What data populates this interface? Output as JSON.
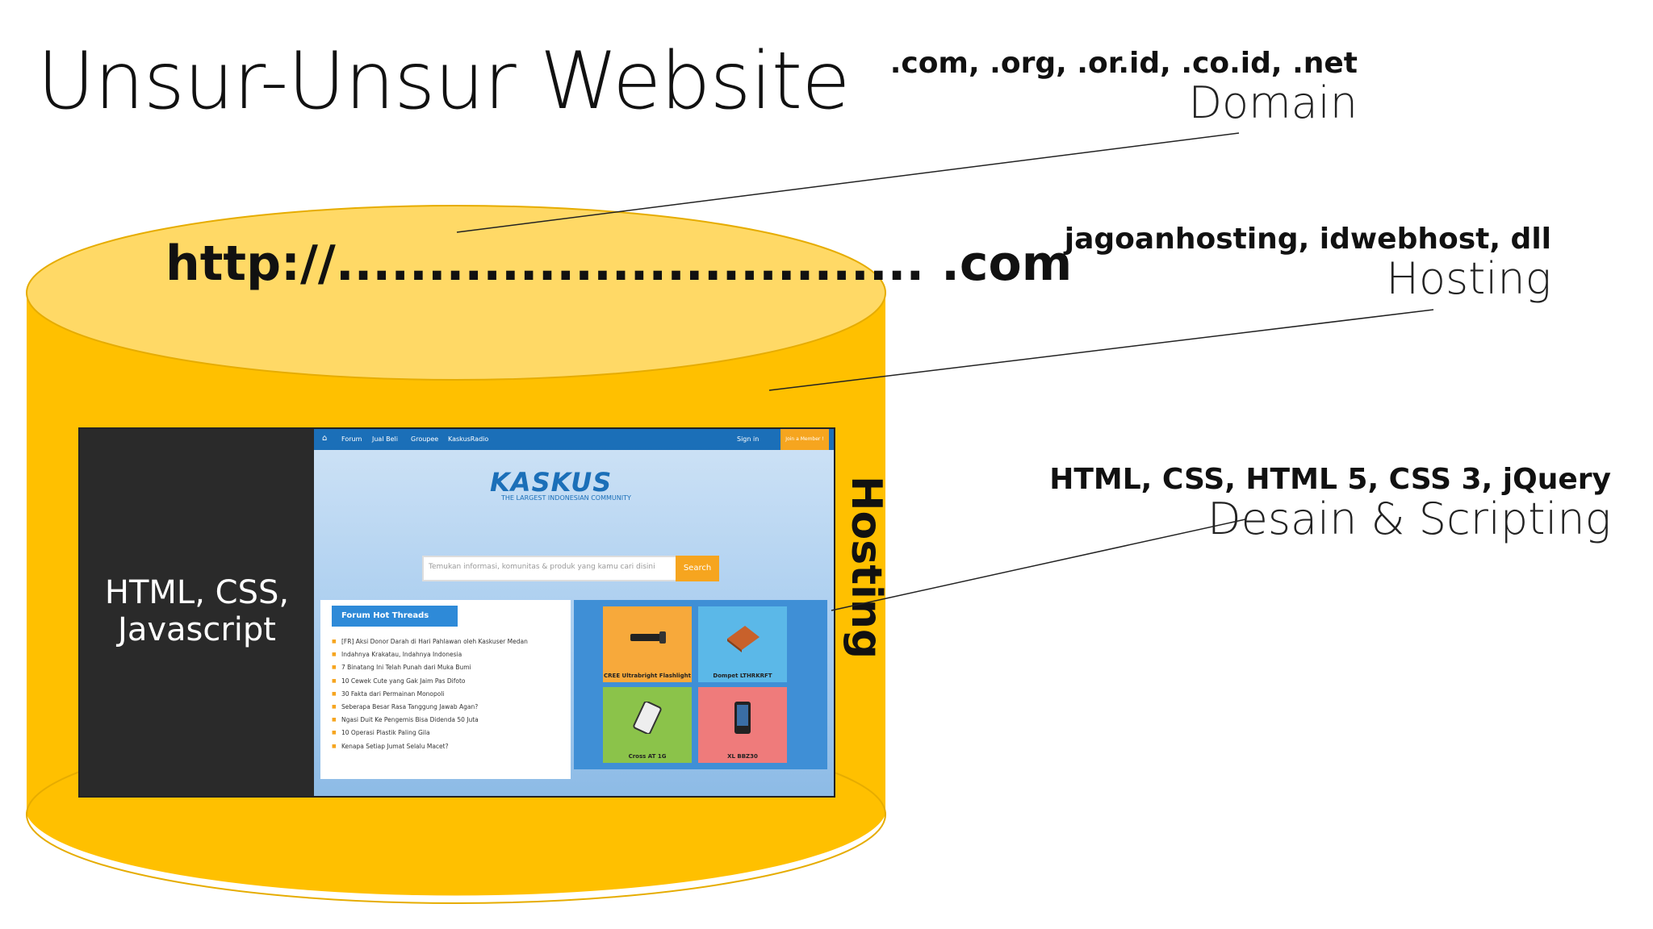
{
  "slide": {
    "title": "Unsur-Unsur Website"
  },
  "labels": {
    "domain": {
      "examples": ".com, .org, .or.id, .co.id, .net",
      "name": "Domain"
    },
    "hosting": {
      "examples": "jagoanhosting, idwebhost, dll",
      "name": "Hosting"
    },
    "design": {
      "examples": "HTML, CSS, HTML 5, CSS 3, jQuery",
      "name": "Desain & Scripting"
    }
  },
  "cylinder": {
    "url": "http://................................ .com",
    "side_label": "Hosting",
    "colors": {
      "body": "#ffc000",
      "top": "#ffd966",
      "edge": "#e6ac00"
    }
  },
  "screen": {
    "panel_text_line1": "HTML, CSS,",
    "panel_text_line2": "Javascript",
    "site": {
      "nav": [
        "Forum",
        "Jual Beli",
        "Groupee",
        "KaskusRadio"
      ],
      "sign_in": "Sign in",
      "join": "Join a Member !",
      "logo": "KASKUS",
      "tagline": "THE LARGEST INDONESIAN COMMUNITY",
      "search_placeholder": "Temukan informasi, komunitas & produk yang kamu cari disini",
      "search_button": "Search",
      "hot_threads_title": "Forum Hot Threads",
      "hot_threads": [
        "[FR] Aksi Donor Darah di Hari Pahlawan oleh Kaskuser Medan",
        "Indahnya Krakatau, Indahnya Indonesia",
        "7 Binatang Ini Telah Punah dari Muka Bumi",
        "10 Cewek Cute yang Gak Jaim Pas Difoto",
        "30 Fakta dari Permainan Monopoli",
        "Seberapa Besar Rasa Tanggung Jawab Agan?",
        "Ngasi Duit Ke Pengemis Bisa Didenda 50 Juta",
        "10 Operasi Plastik Paling Gila",
        "Kenapa Setiap Jumat Selalu Macet?"
      ],
      "products": [
        {
          "name": "CREE Ultrabright Flashlight",
          "color": "#f7a93b"
        },
        {
          "name": "Dompet LTHRKRFT",
          "color": "#5bb8e8"
        },
        {
          "name": "Cross AT 1G",
          "color": "#8bc34a"
        },
        {
          "name": "XL BBZ30",
          "color": "#ef7b7b"
        }
      ]
    }
  }
}
